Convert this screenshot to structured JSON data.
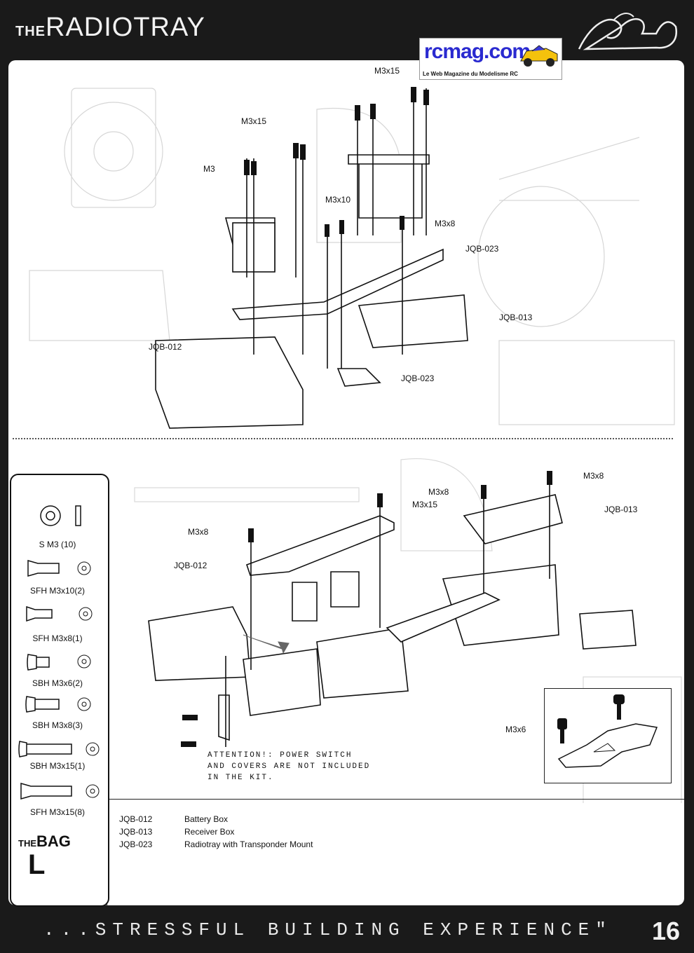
{
  "header": {
    "title_prefix": "THE",
    "title_main": "RADIOTRAY"
  },
  "watermark": {
    "brand": "rcmag.com",
    "tagline": "Le Web Magazine du Modelisme RC"
  },
  "top_callouts": {
    "m3x15_a": "M3x15",
    "m3x15_b": "M3x15",
    "m3": "M3",
    "m3x10": "M3x10",
    "m3x8": "M3x8",
    "jqb023_a": "JQB-023",
    "jqb013": "JQB-013",
    "jqb012": "JQB-012",
    "jqb023_b": "JQB-023"
  },
  "bottom_callouts": {
    "m3x8_top": "M3x8",
    "jqb013": "JQB-013",
    "m3x8_mid": "M3x8",
    "m3x15": "M3x15",
    "m3x8_left": "M3x8",
    "jqb012": "JQB-012",
    "m3x6": "M3x6"
  },
  "attention": [
    "ATTENTION!: POWER SWITCH",
    "AND COVERS ARE NOT INCLUDED",
    "IN THE KIT."
  ],
  "bag": {
    "items": [
      "S M3 (10)",
      "SFH M3x10(2)",
      "SFH M3x8(1)",
      "SBH M3x6(2)",
      "SBH M3x8(3)",
      "SBH M3x15(1)",
      "SFH M3x15(8)"
    ],
    "title_prefix": "THE",
    "title_main": "BAG",
    "letter": "L"
  },
  "parts": [
    {
      "code": "JQB-012",
      "name": "Battery Box"
    },
    {
      "code": "JQB-013",
      "name": "Receiver Box"
    },
    {
      "code": "JQB-023",
      "name": "Radiotray with Transponder Mount"
    }
  ],
  "footer": {
    "slogan": "...STRESSFUL BUILDING EXPERIENCE\"",
    "page_number": "16"
  }
}
